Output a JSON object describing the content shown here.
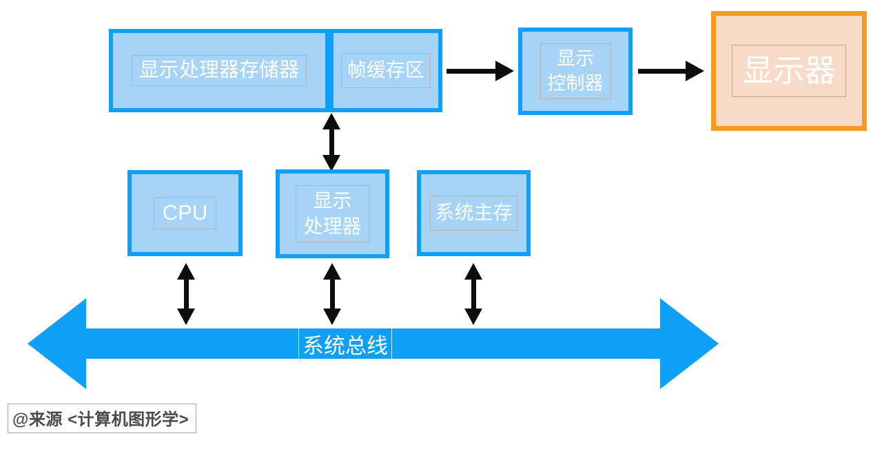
{
  "colors": {
    "accent_blue": "#0DA0F6",
    "box_fill_blue": "#A6D3F6",
    "accent_orange": "#F79A1E",
    "box_fill_orange": "#F7DBC6",
    "arrow_black": "#0D0D0D",
    "label_text": "#FFFFFF",
    "caption_text": "#4A4A4A"
  },
  "diagram": {
    "nodes": {
      "display_processor_memory": {
        "label": "显示处理器存储器"
      },
      "frame_buffer": {
        "label": "帧缓存区"
      },
      "display_controller": {
        "label": "显示\n控制器"
      },
      "monitor": {
        "label": "显示器"
      },
      "cpu": {
        "label": "CPU"
      },
      "display_processor": {
        "label": "显示\n处理器"
      },
      "system_main_memory": {
        "label": "系统主存"
      },
      "system_bus": {
        "label": "系统总线"
      }
    },
    "caption": {
      "text": "@来源 <计算机图形学>"
    }
  }
}
